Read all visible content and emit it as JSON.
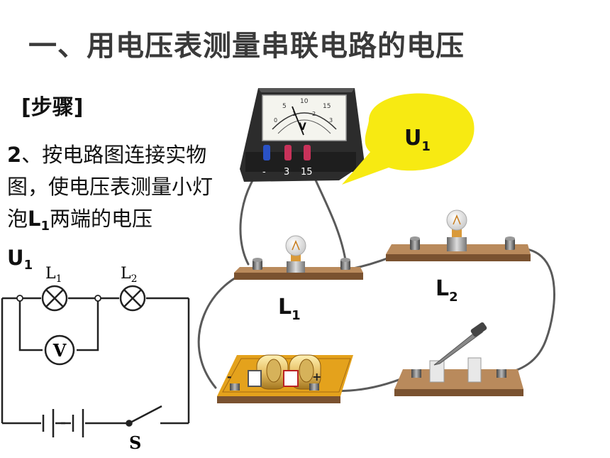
{
  "title": "一、用电压表测量串联电路的电压",
  "step_heading": "[步骤]",
  "step": {
    "number": "2",
    "sep": "、",
    "text_a": "按电路图连接实物图，使电压表测量小灯泡",
    "lamp_letter": "L",
    "lamp_sub": "1",
    "text_b": "两端的电压",
    "u_letter": "U",
    "u_sub": "1"
  },
  "schematic": {
    "l1_letter": "L",
    "l1_sub": "1",
    "l2_letter": "L",
    "l2_sub": "2",
    "meter": "V",
    "switch": "S"
  },
  "real": {
    "voltmeter_symbol": "V",
    "scale_labels": [
      "5",
      "10",
      "15",
      "0",
      "1",
      "2",
      "3"
    ],
    "terminals": [
      "-",
      "3",
      "15"
    ],
    "callout_letter": "U",
    "callout_sub": "1",
    "l1_letter": "L",
    "l1_sub": "1",
    "l2_letter": "L",
    "l2_sub": "2",
    "battery_minus": "-",
    "battery_plus": "+"
  },
  "colors": {
    "callout": "#f7ea12",
    "board": "#b98a5c",
    "board_dark": "#7a5230",
    "wire": "#5a5a5a",
    "battery_holder": "#e4a21c",
    "title_text": "#3a3a3a"
  }
}
